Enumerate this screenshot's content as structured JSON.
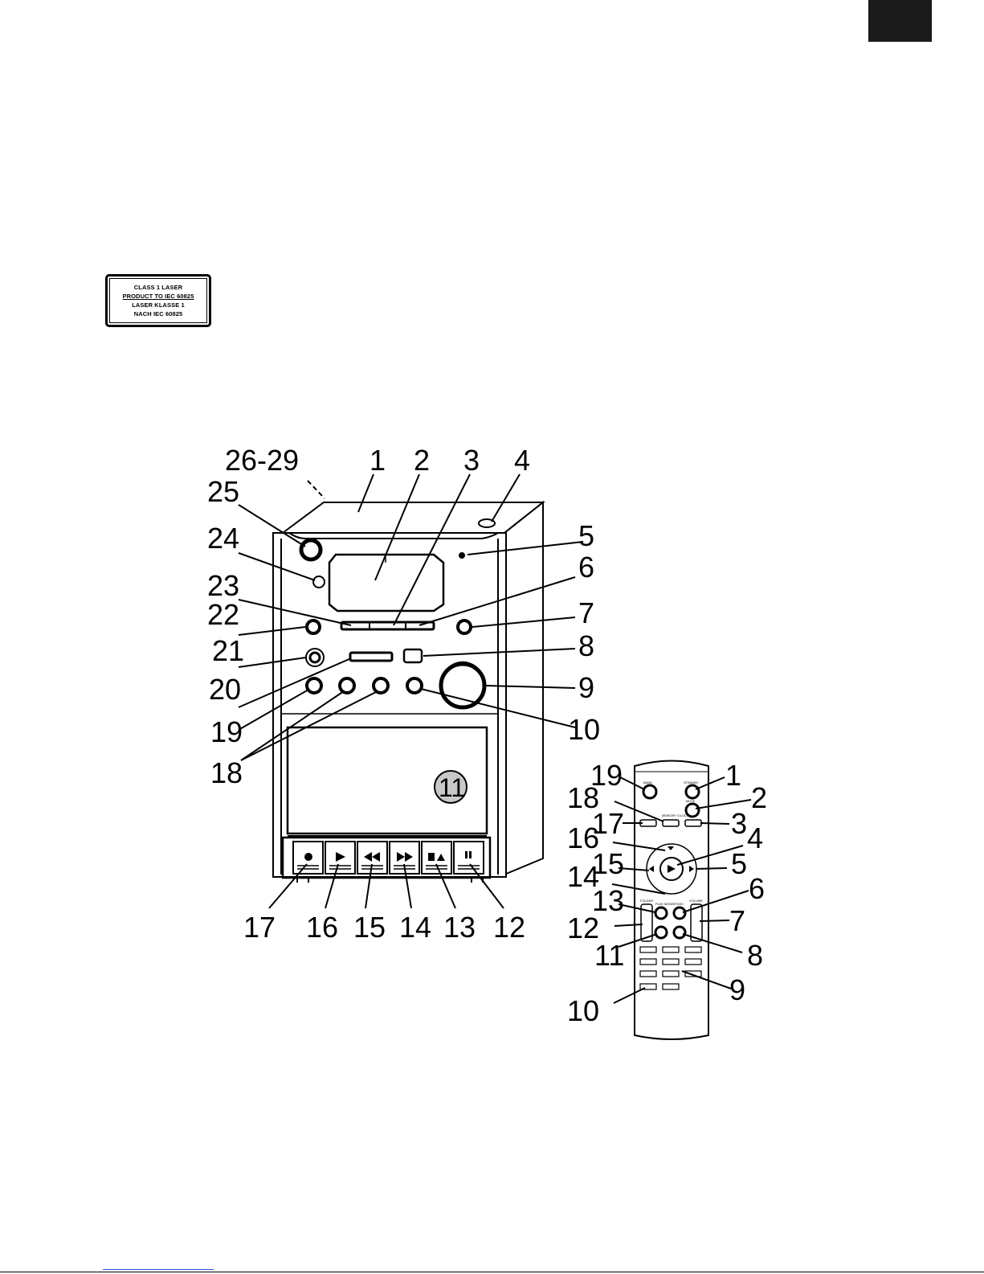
{
  "laser_label": {
    "lines": [
      "CLASS 1 LASER",
      "PRODUCT TO IEC 60825",
      "LASER KLASSE 1",
      "NACH IEC 60825"
    ]
  },
  "unit_callouts": {
    "top": [
      "26-29",
      "1",
      "2",
      "3",
      "4"
    ],
    "left": [
      "25",
      "24",
      "23",
      "22",
      "21",
      "20",
      "19",
      "18"
    ],
    "right": [
      "5",
      "6",
      "7",
      "8",
      "9",
      "10"
    ],
    "bottom": [
      "17",
      "16",
      "15",
      "14",
      "13",
      "12"
    ],
    "cassette": "11"
  },
  "remote_callouts": {
    "left": [
      "19",
      "18",
      "17",
      "16",
      "15",
      "14",
      "13",
      "12",
      "11",
      "10"
    ],
    "right": [
      "1",
      "2",
      "3",
      "4",
      "5",
      "6",
      "7",
      "8",
      "9"
    ]
  },
  "remote_button_text": {
    "band": "BAND",
    "standby": "STANDBY",
    "mute": "MUTE",
    "memory_clock": "MEMORY /CLOCK",
    "play_mode": "PLAY MODE",
    "stereo": "ST/MO",
    "folder": "FOLDER",
    "volume": "VOLUME"
  }
}
